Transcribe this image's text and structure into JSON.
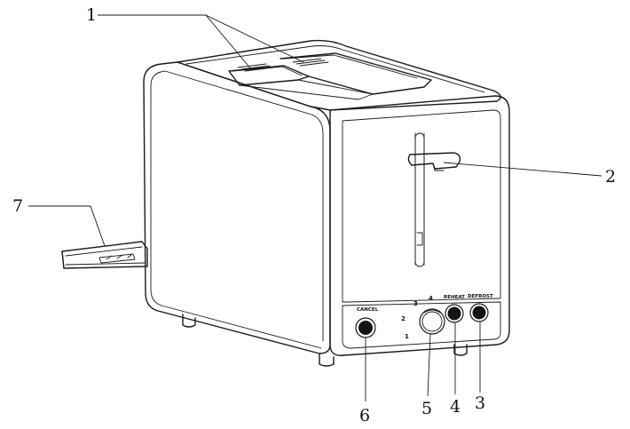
{
  "diagram": {
    "callouts": [
      {
        "id": "1",
        "label": "1"
      },
      {
        "id": "2",
        "label": "2"
      },
      {
        "id": "3",
        "label": "3"
      },
      {
        "id": "4",
        "label": "4"
      },
      {
        "id": "5",
        "label": "5"
      },
      {
        "id": "6",
        "label": "6"
      },
      {
        "id": "7",
        "label": "7"
      }
    ],
    "panel_labels": {
      "cancel": "CANCEL",
      "reheat": "REHEAT",
      "defrost": "DEFROST"
    },
    "dial_numbers": [
      "1",
      "2",
      "3",
      "4"
    ]
  }
}
